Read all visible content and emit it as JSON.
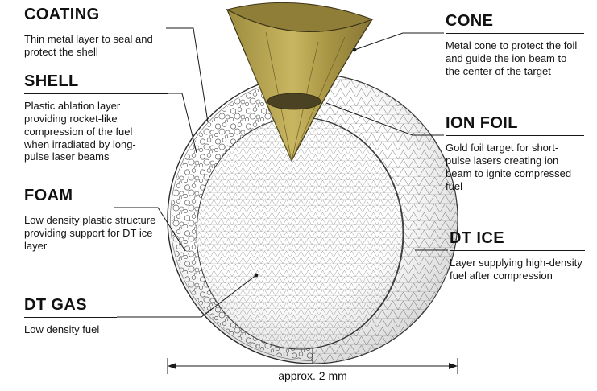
{
  "labels": {
    "coating": {
      "title": "COATING",
      "description": "Thin metal layer to seal and protect the shell"
    },
    "shell": {
      "title": "SHELL",
      "description": "Plastic ablation layer providing rocket-like compression of the fuel when irradiated by long-pulse laser beams"
    },
    "foam": {
      "title": "FOAM",
      "description": "Low density plastic structure providing support for DT ice layer"
    },
    "dt_gas": {
      "title": "DT GAS",
      "description": "Low density fuel"
    },
    "cone": {
      "title": "CONE",
      "description": "Metal cone to protect the foil and guide the ion beam to the center of the target"
    },
    "ion_foil": {
      "title": "ION FOIL",
      "description": "Gold foil target for short-pulse lasers creating ion beam to ignite compressed fuel"
    },
    "dt_ice": {
      "title": "DT ICE",
      "description": "Layer supplying high-density fuel after compression"
    }
  },
  "dimension": {
    "label": "approx. 2 mm"
  },
  "colors": {
    "background": "#ffffff",
    "line": "#1a1a1a",
    "mesh": "#8f8f8f",
    "cone_gold_light": "#c9b661",
    "cone_gold_dark": "#877636",
    "foil_dark": "#4a4223"
  }
}
